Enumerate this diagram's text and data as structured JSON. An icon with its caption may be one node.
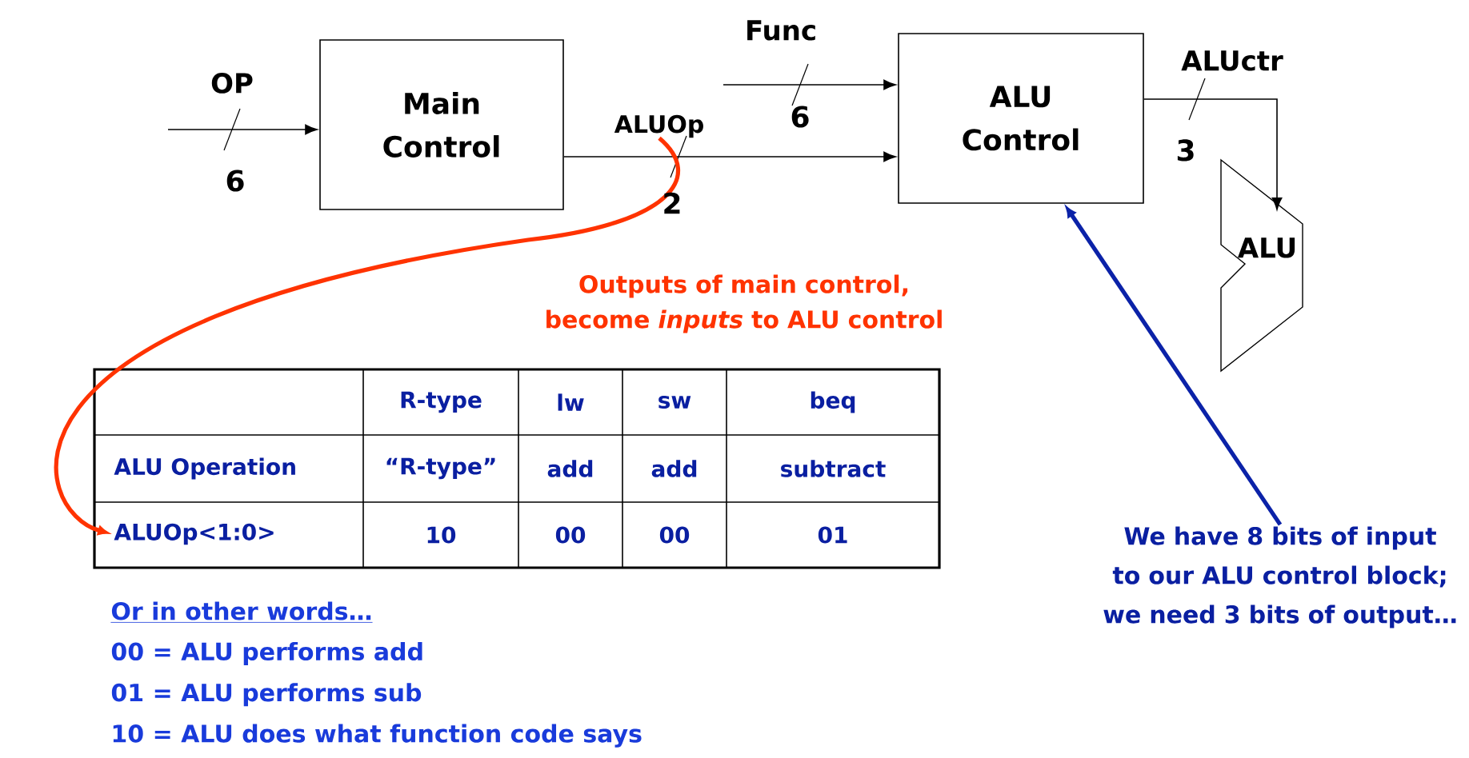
{
  "diagram": {
    "nodes": [
      {
        "text": [
          "Main Control"
        ]
      },
      {
        "text": [
          "ALU Control"
        ]
      },
      {
        "text": [
          "ALU"
        ]
      },
      {
        "text": [
          "ALUOp"
        ]
      },
      {
        "text": [
          "ALUOp<1:0>"
        ]
      },
      {
        "text": [
          "We have 8 bits of input to our ALU control block; we need 3 bits of output…"
        ]
      }
    ],
    "edges": [
      {
        "from": null,
        "to": 0,
        "arrow": "to",
        "label": "OP"
      },
      {
        "from": null,
        "to": 1,
        "arrow": "to",
        "label": "Func"
      },
      {
        "from": 0,
        "to": 1,
        "arrow": "to"
      },
      {
        "from": 1,
        "to": 2,
        "arrow": "to",
        "label": "ALUctr"
      },
      {
        "from": 3,
        "to": 4,
        "arrow": "to",
        "style": "thick",
        "color": "#ff3300"
      },
      {
        "from": 5,
        "to": 1,
        "arrow": "to",
        "style": "thick",
        "color": "#0b22a8"
      }
    ],
    "labels": [
      "6",
      "6",
      "2",
      "3",
      "Outputs of main control, become *inputs* to ALU control",
      "R-type",
      "lw",
      "sw",
      "beq",
      "ALU Operation",
      "“R-type”",
      "add",
      "add",
      "subtract",
      "10",
      "00",
      "00",
      "01",
      "Or in other words…",
      "00 = ALU performs add",
      "01 = ALU performs sub",
      "10 = ALU does what function code says"
    ]
  }
}
